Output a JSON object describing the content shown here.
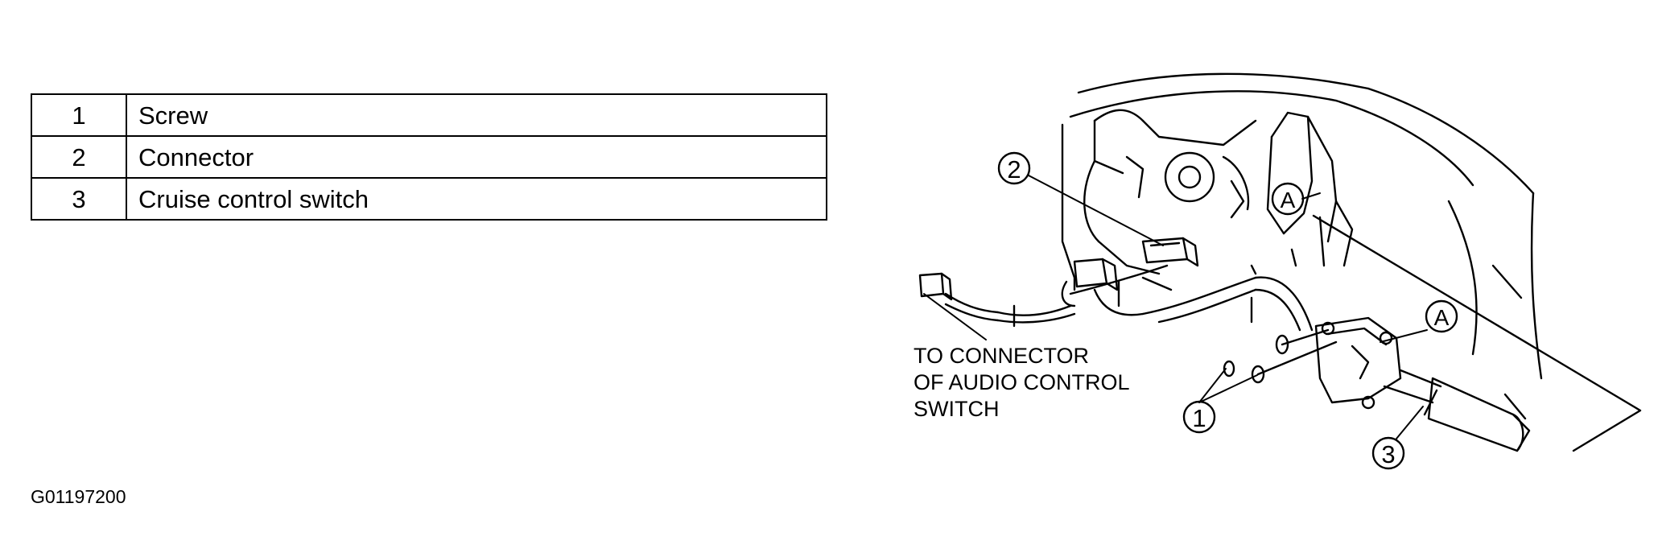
{
  "parts_table": {
    "rows": [
      {
        "number": "1",
        "description": "Screw"
      },
      {
        "number": "2",
        "description": "Connector"
      },
      {
        "number": "3",
        "description": "Cruise control switch"
      }
    ]
  },
  "figure_code": "G01197200",
  "diagram": {
    "callouts": {
      "screw": "1",
      "connector": "2",
      "cruise_switch": "3",
      "ref_a_upper": "A",
      "ref_a_lower": "A"
    },
    "note_lines": [
      "TO CONNECTOR",
      "OF AUDIO CONTROL",
      "SWITCH"
    ]
  }
}
